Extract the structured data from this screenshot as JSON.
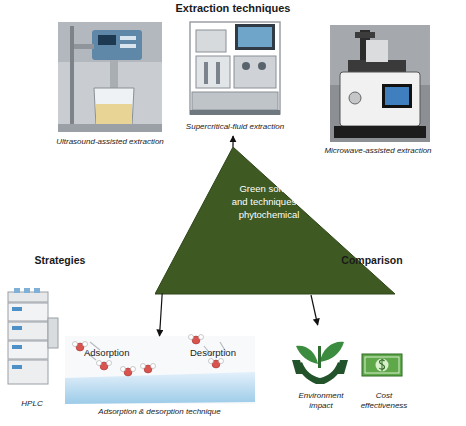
{
  "diagram": {
    "nodes": [
      {
        "text": [
          "Ultrasound-assisted extraction"
        ]
      },
      {
        "text": [
          "Supercritical-fluid extraction"
        ]
      },
      {
        "text": [
          "Microwave-assisted extraction"
        ]
      },
      {
        "text": [
          "Green solvent and techniques in phytochemical"
        ]
      },
      {
        "text": [
          "HPLC"
        ]
      },
      {
        "text": [
          "Adsorption",
          "Desorption",
          "Adsorption & desorption technique"
        ]
      },
      {
        "text": [
          "Environment impact"
        ]
      },
      {
        "text": [
          "Cost effectiveness"
        ]
      }
    ],
    "edges": [
      {
        "from": 3,
        "to": 1,
        "arrow": "to"
      },
      {
        "from": 3,
        "to": 5,
        "arrow": "to"
      },
      {
        "from": 3,
        "to": 6,
        "arrow": "to"
      }
    ],
    "labels": [
      "Extraction techniques",
      "Strategies",
      "Comparison"
    ]
  }
}
